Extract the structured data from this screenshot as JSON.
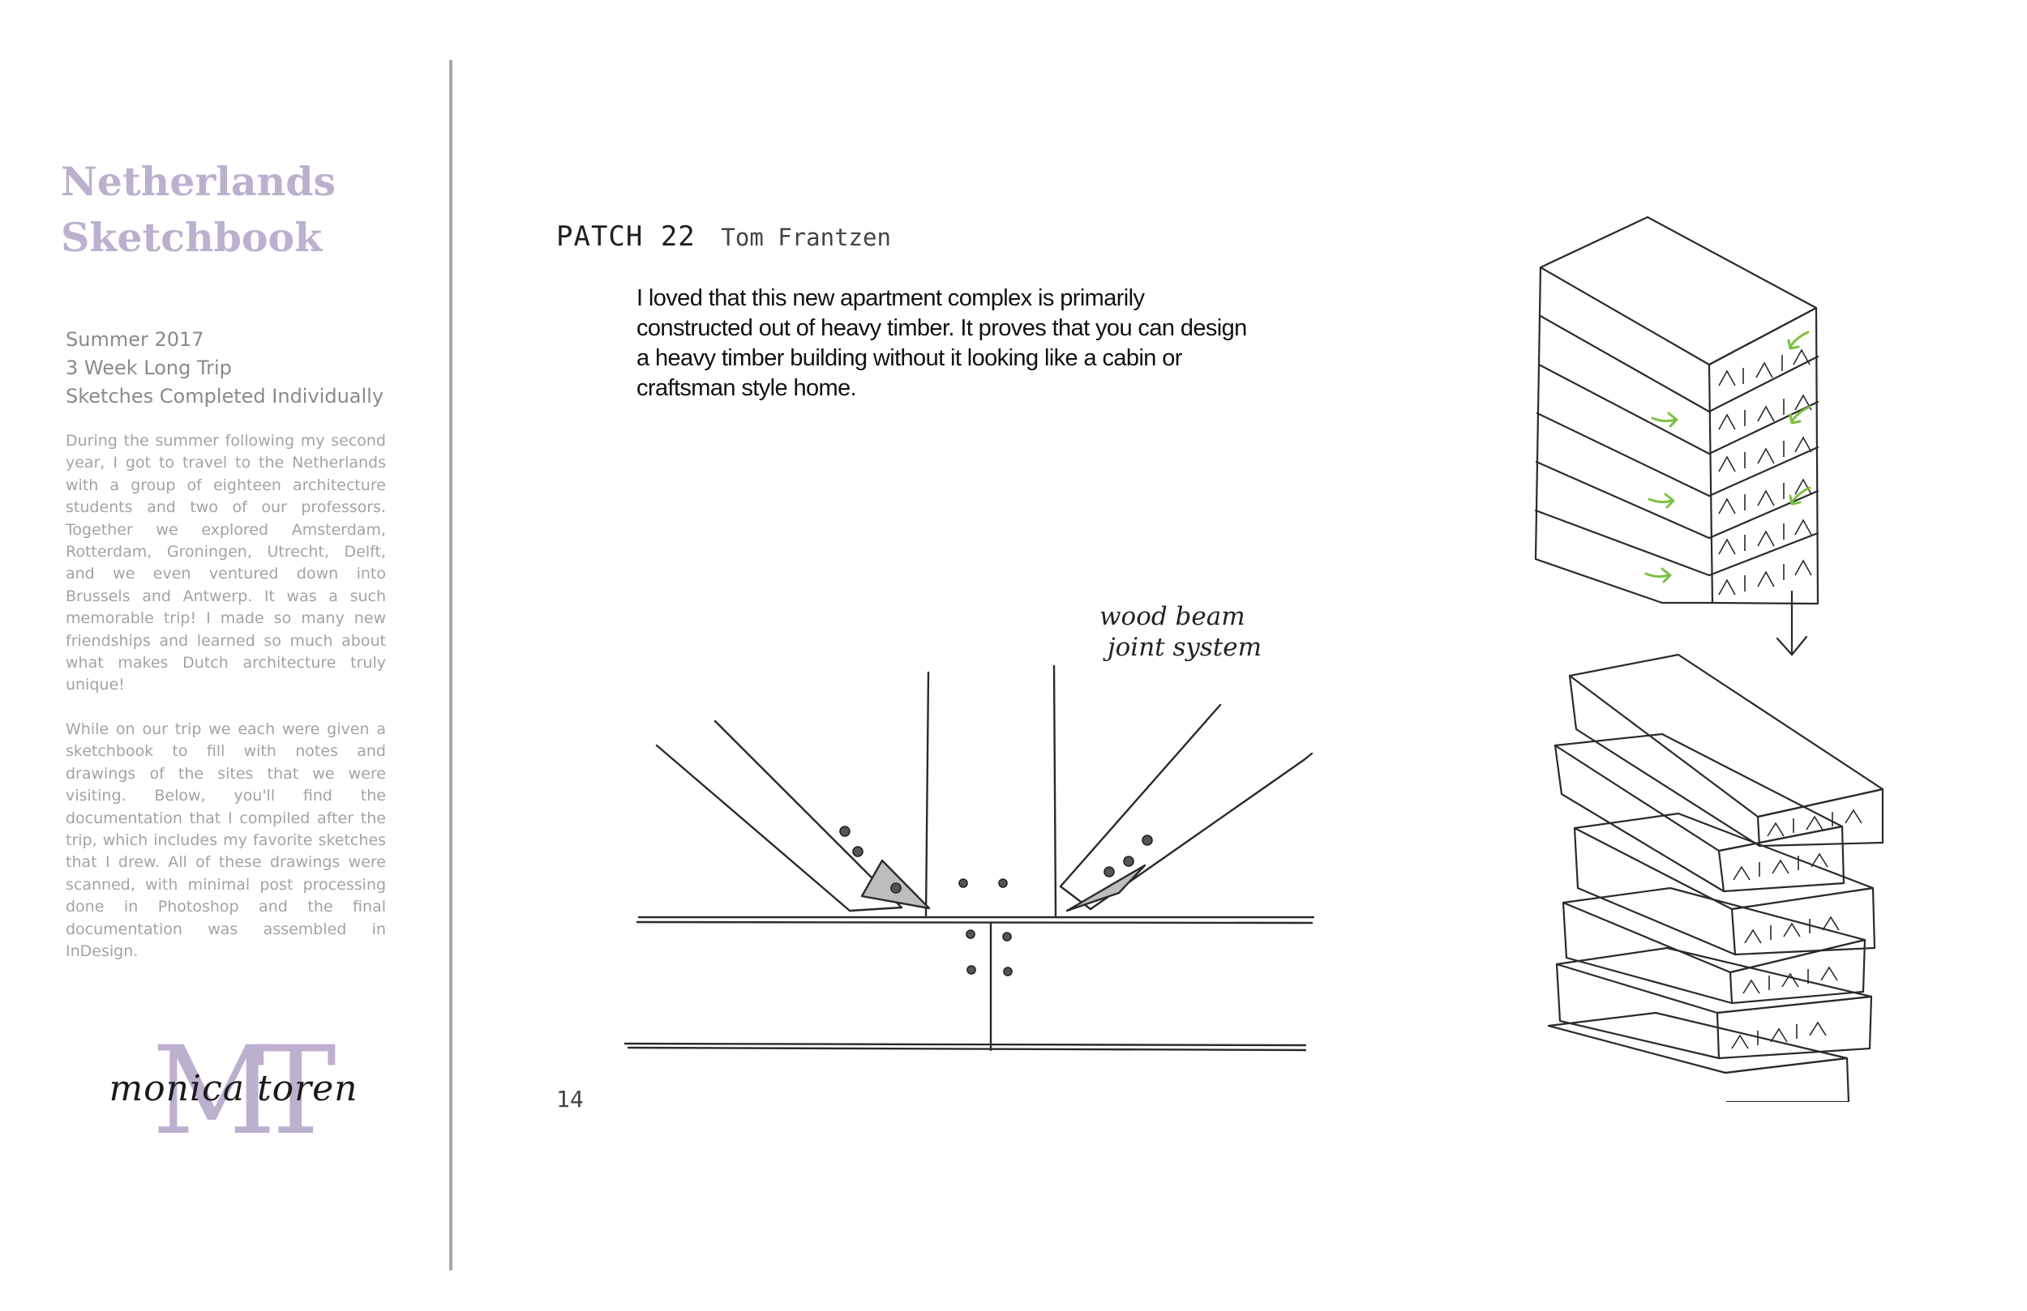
{
  "sidebar": {
    "title_line1": "Netherlands",
    "title_line2": "Sketchbook",
    "meta": [
      "Summer 2017",
      "3 Week Long Trip",
      "Sketches Completed Individually"
    ],
    "paragraph1": "During the summer following my second year, I got to travel to the Netherlands with a group of eighteen architecture students and two of our professors. Together we explored Amsterdam, Rotterdam, Groningen, Utrecht, Delft, and we even ventured down into Brussels and Antwerp. It was a such memorable trip! I made so many new friendships and learned so much about what makes Dutch architecture truly unique!",
    "paragraph2": "While on our trip we each were given a sketchbook to fill with notes and drawings of the sites that we were visiting. Below, you'll find the documentation that I compiled after the trip, which includes my favorite sketches that I drew. All of these drawings were scanned, with minimal post processing done in Photoshop and the final documentation was assembled in InDesign.",
    "logo_monogram": "MT",
    "logo_signature": "monica toren"
  },
  "page": {
    "project_name": "PATCH 22",
    "architect": "Tom Frantzen",
    "description": "I loved that this new apartment complex is primarily constructed out of heavy timber. It proves that you can design a heavy timber building without it looking like a cabin or craftsman style home.",
    "annotation_line1": "wood beam",
    "annotation_line2": "joint system",
    "page_number": "14"
  },
  "colors": {
    "accent_lavender": "#bcb0cf",
    "sidebar_text": "#8a8a8a",
    "divider": "#a9a9a9",
    "sketch_ink": "#2a2a2a",
    "arrow_green": "#7ac143"
  }
}
